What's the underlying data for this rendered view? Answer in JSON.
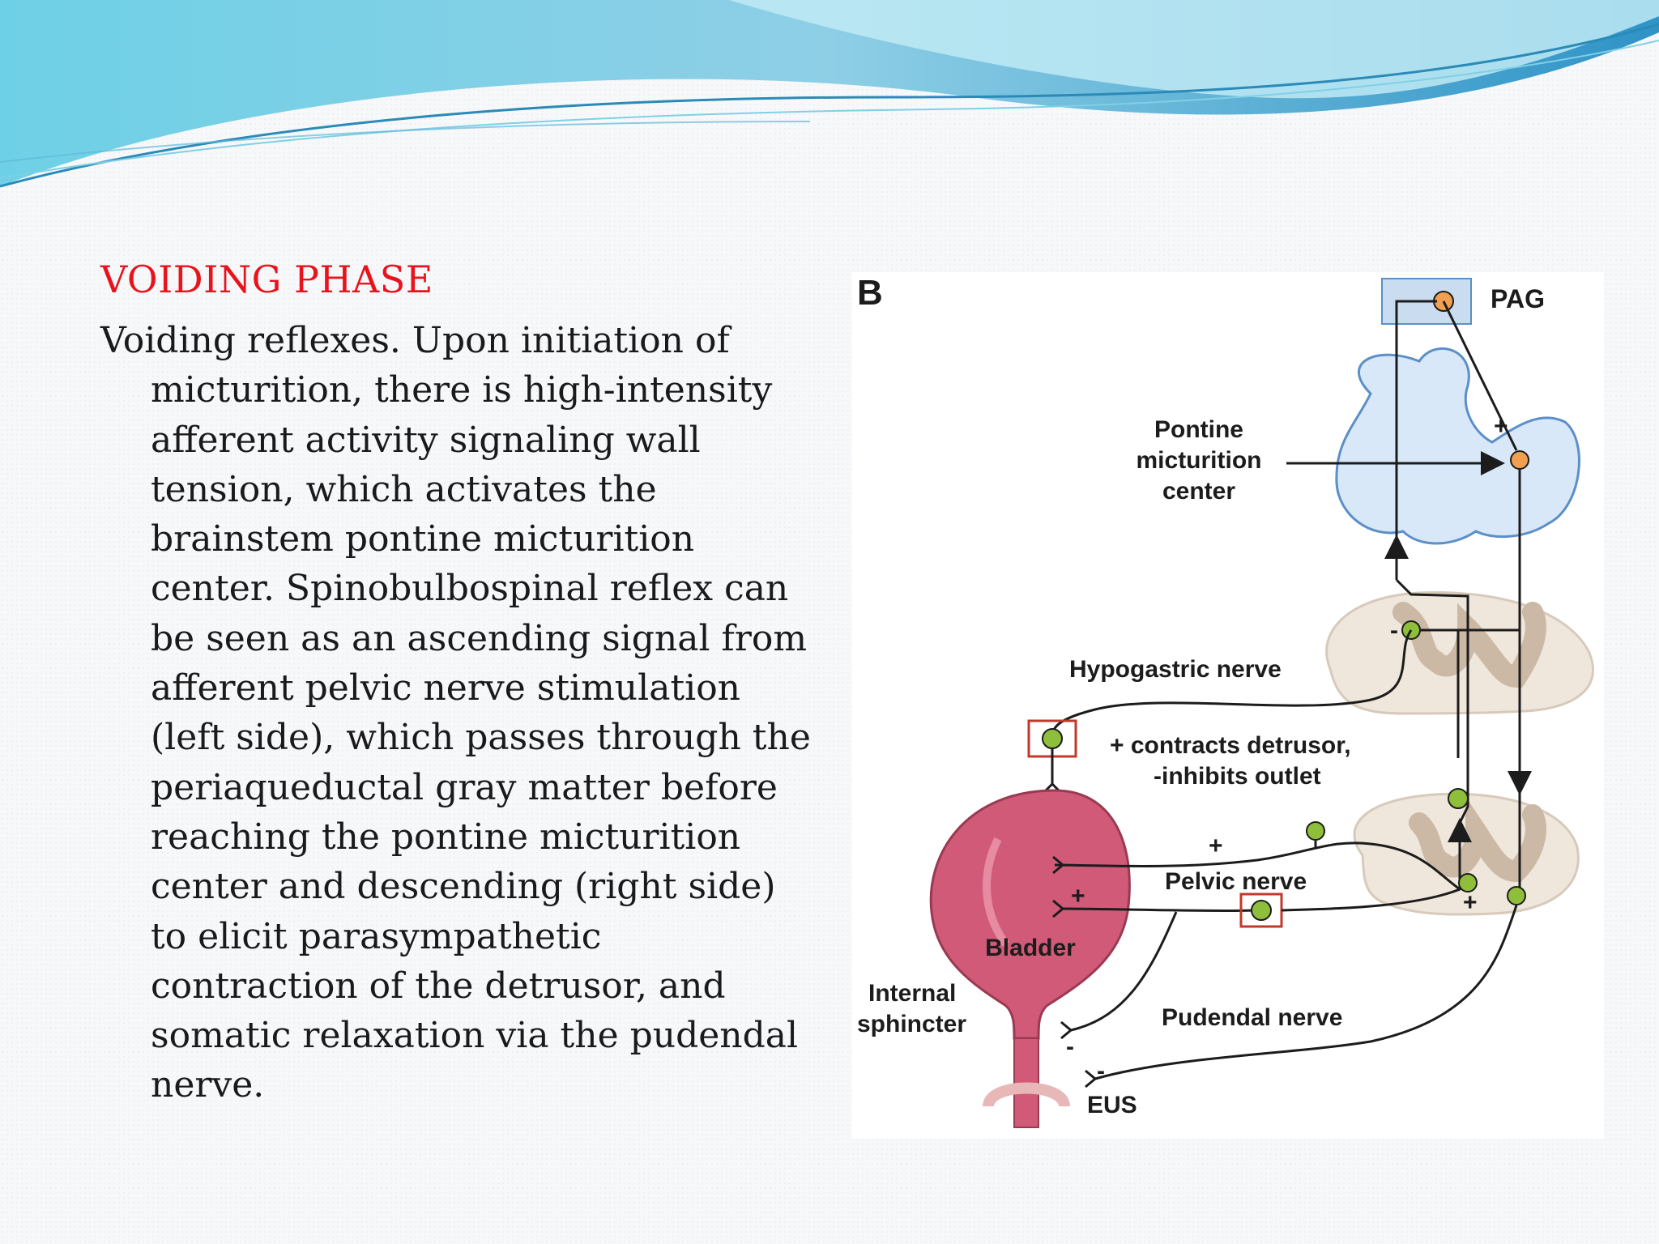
{
  "slide": {
    "title": "VOIDING PHASE",
    "body_lines": [
      "Voiding reflexes. Upon initiation of",
      "micturition, there is high-intensity",
      "afferent activity signaling wall",
      "tension, which activates the",
      "brainstem pontine micturition",
      "center. Spinobulbospinal reflex can",
      "be seen as an ascending signal from",
      "afferent pelvic nerve stimulation",
      "(left side), which passes through the",
      "periaqueductal gray matter before",
      "reaching the pontine micturition",
      "center and descending (right side)",
      "to elicit parasympathetic",
      "contraction of the detrusor, and",
      "somatic relaxation via the pudendal",
      "nerve."
    ]
  },
  "figure": {
    "panel_letter": "B",
    "labels": {
      "pag": "PAG",
      "pmc_line1": "Pontine",
      "pmc_line2": "micturition",
      "pmc_line3": "center",
      "hypogastric": "Hypogastric nerve",
      "effect_line1": "+ contracts detrusor,",
      "effect_line2": "-inhibits outlet",
      "pelvic": "Pelvic nerve",
      "bladder": "Bladder",
      "internal_line1": "Internal",
      "internal_line2": "sphincter",
      "pudendal": "Pudendal nerve",
      "eus": "EUS"
    },
    "signs": {
      "plus_pmc": "+",
      "minus_upper_cord": "-",
      "plus_pelvic_upper": "+",
      "plus_bladder": "+",
      "plus_lower_cord": "+",
      "minus_internal": "-",
      "minus_eus": "-"
    },
    "colors": {
      "brain": "#d8e8f8",
      "brain_outline": "#5b8fc7",
      "cord": "#efe6dc",
      "bladder": "#d05a78",
      "ganglion_box": "#c0392b",
      "neuron_green": "#8fbf3a",
      "neuron_orange": "#f0a050"
    }
  },
  "theme": {
    "title_color": "#e8131b",
    "wave_colors": [
      "#5cc6e0",
      "#8fd6e8",
      "#3fa0c8"
    ]
  }
}
